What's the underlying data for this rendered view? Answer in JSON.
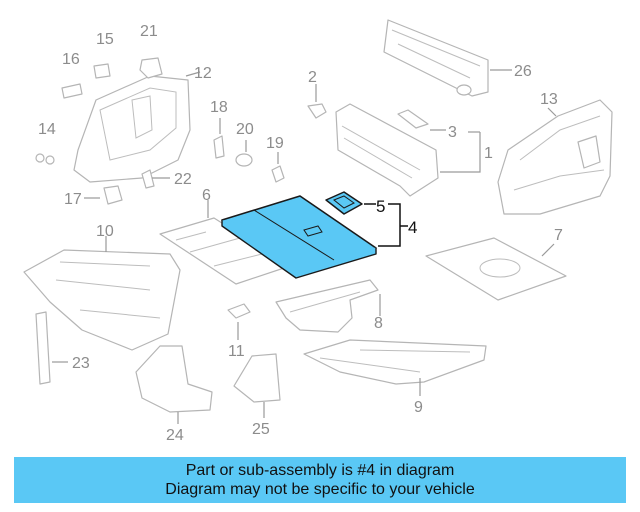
{
  "diagram": {
    "callouts": {
      "c1": "1",
      "c2": "2",
      "c3": "3",
      "c4": "4",
      "c5": "5",
      "c6": "6",
      "c7": "7",
      "c8": "8",
      "c9": "9",
      "c10": "10",
      "c11": "11",
      "c12": "12",
      "c13": "13",
      "c14": "14",
      "c15": "15",
      "c16": "16",
      "c17": "17",
      "c18": "18",
      "c19": "19",
      "c20": "20",
      "c21": "21",
      "c22": "22",
      "c23": "23",
      "c24": "24",
      "c25": "25",
      "c26": "26"
    },
    "highlight_part": "4",
    "highlight_color": "#5ac8f5"
  },
  "banner": {
    "line1": "Part or sub-assembly is #4 in diagram",
    "line2": "Diagram may not be specific to your vehicle",
    "color": "#5ac8f5"
  }
}
